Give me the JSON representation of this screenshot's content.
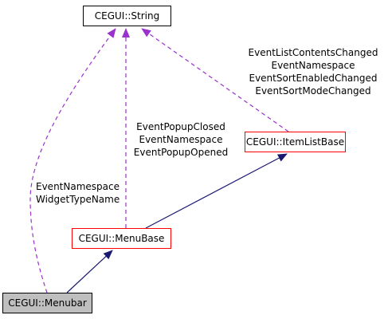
{
  "colors": {
    "inherit_edge": "#191970",
    "usage_edge": "#9a32cd",
    "documented_border": "#ff0000",
    "plain_border": "#000000",
    "current_fill": "#bfbfbf"
  },
  "nodes": {
    "string": "CEGUI::String",
    "itemlistbase": "CEGUI::ItemListBase",
    "menubase": "CEGUI::MenuBase",
    "menubar": "CEGUI::Menubar"
  },
  "edge_labels": {
    "itemlistbase_string": [
      "EventListContentsChanged",
      "EventNamespace",
      "EventSortEnabledChanged",
      "EventSortModeChanged"
    ],
    "menubase_string": [
      "EventPopupClosed",
      "EventNamespace",
      "EventPopupOpened"
    ],
    "menubar_string": [
      "EventNamespace",
      "WidgetTypeName"
    ]
  }
}
